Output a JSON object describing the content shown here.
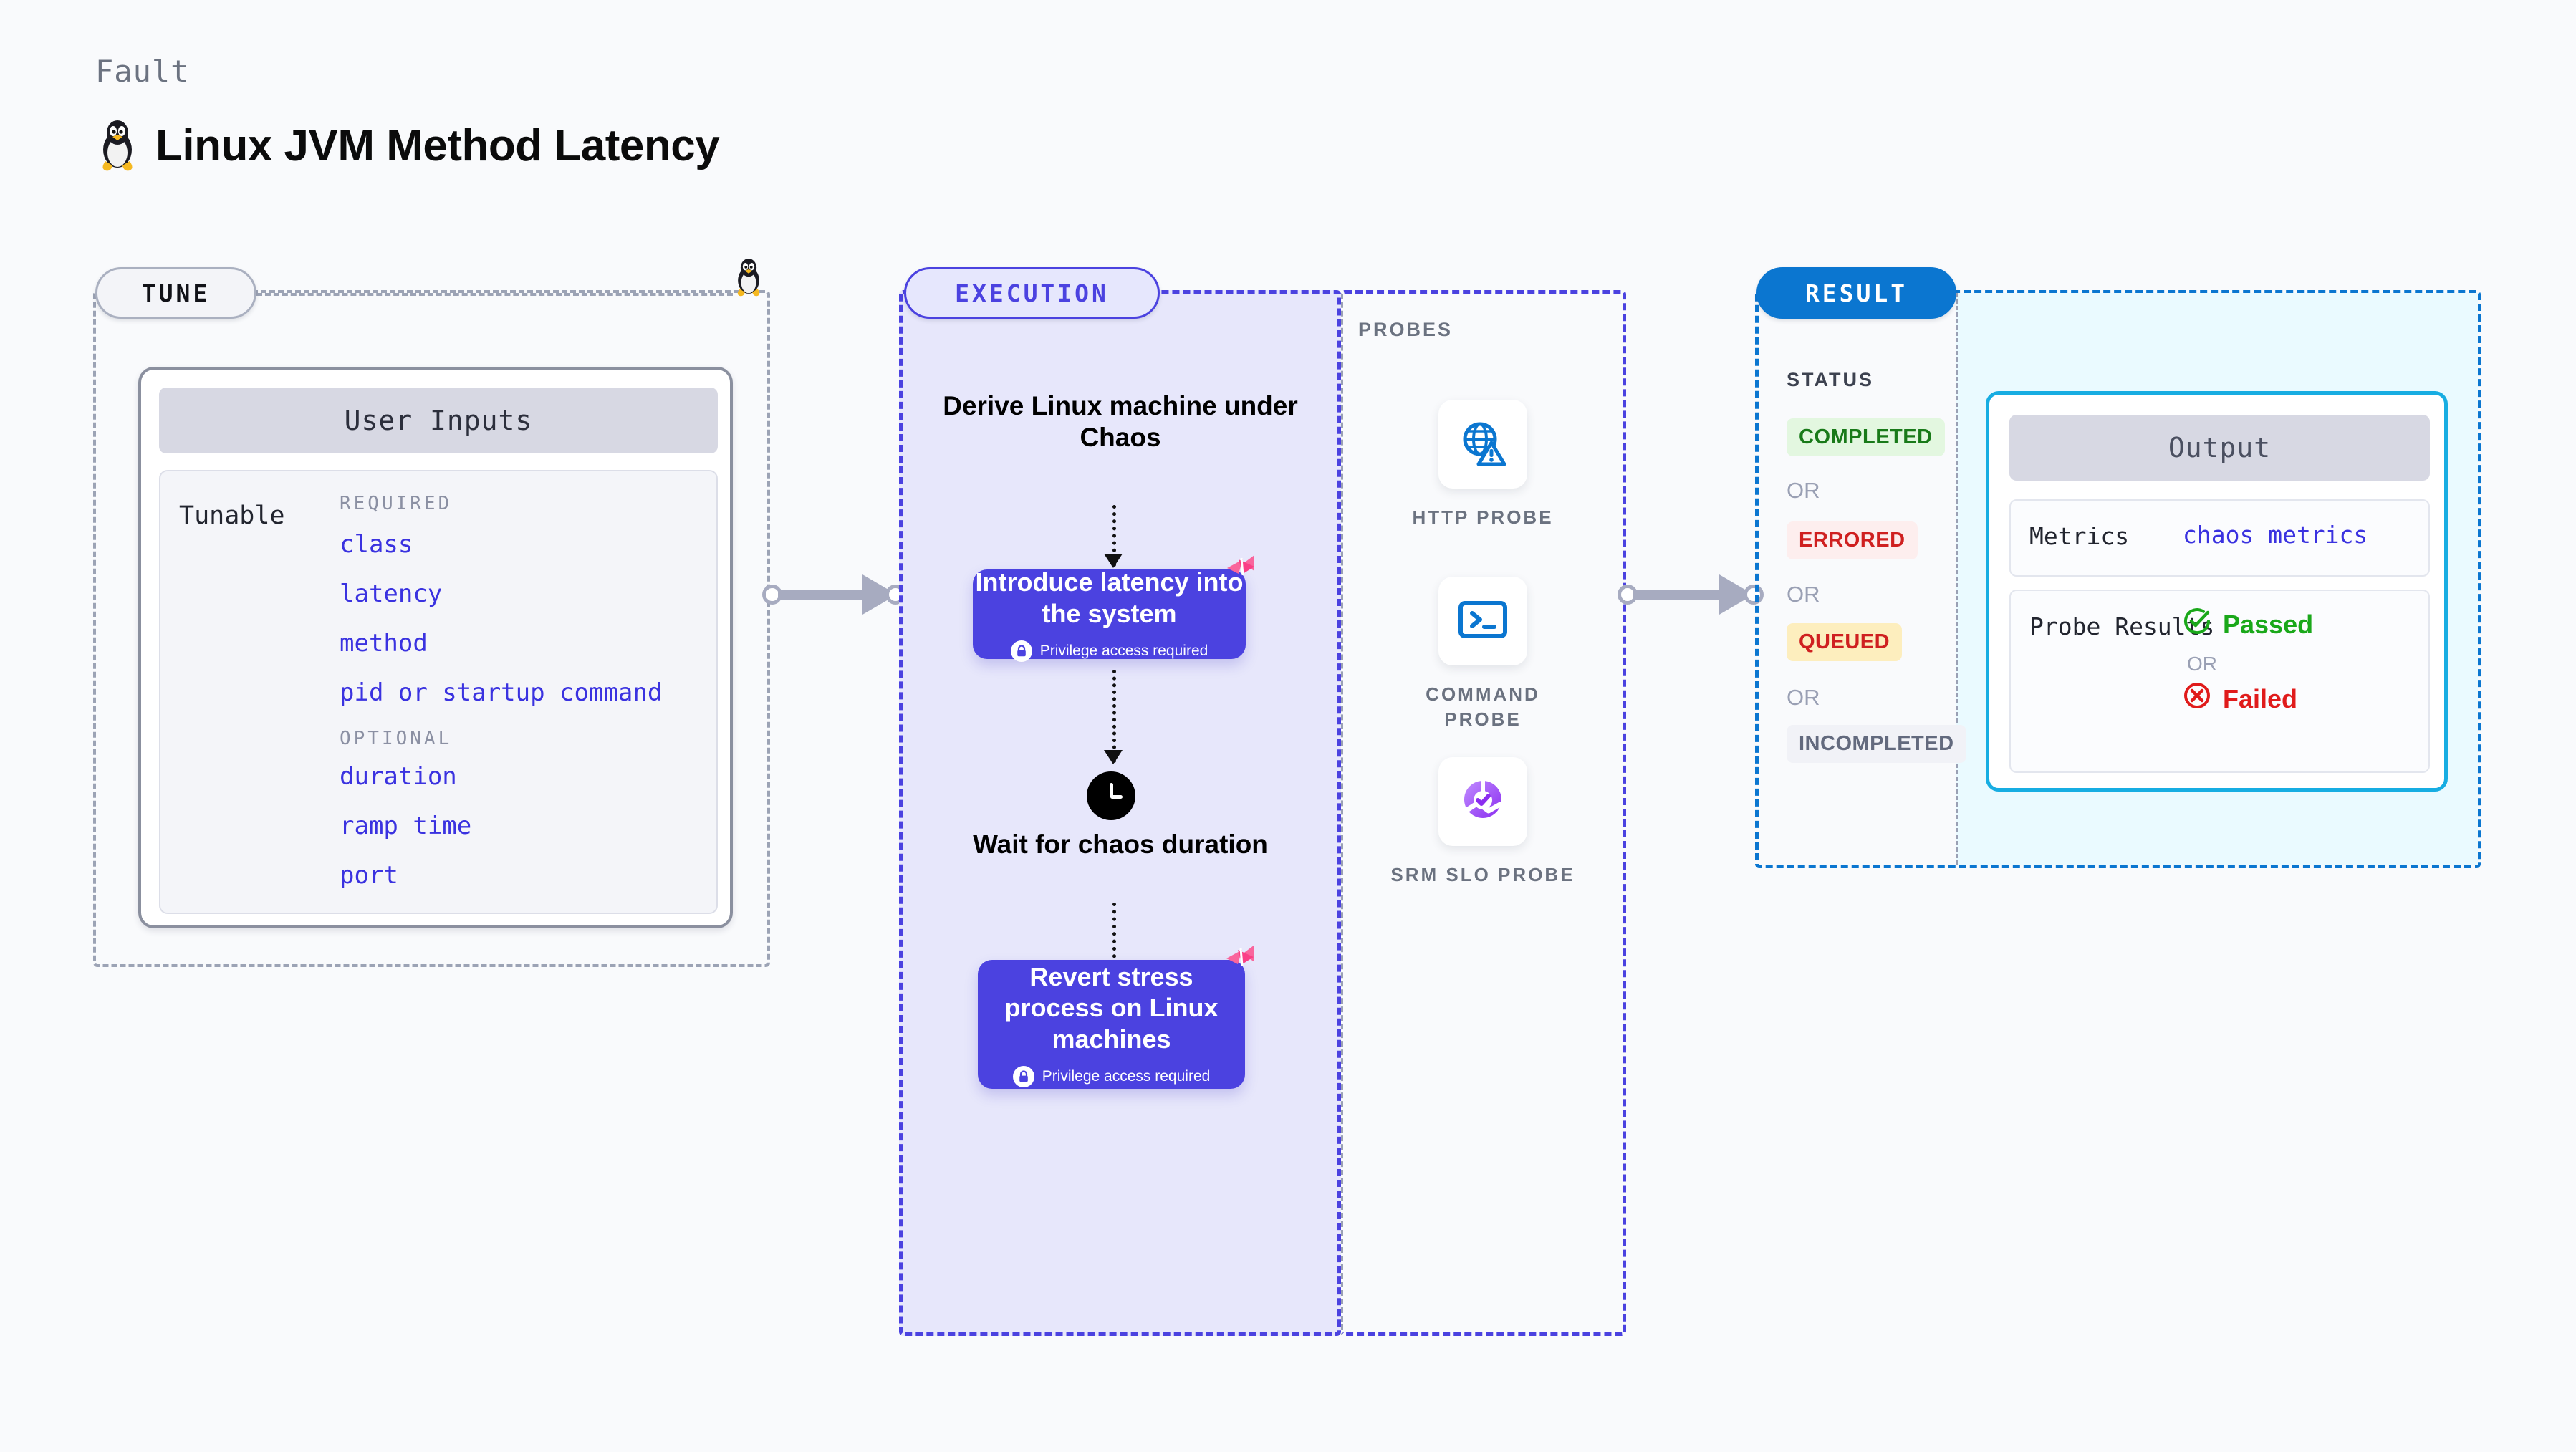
{
  "header": {
    "kicker": "Fault",
    "title": "Linux JVM Method Latency",
    "icon": "linux-penguin-icon"
  },
  "tune": {
    "badge": "TUNE",
    "card_header": "User Inputs",
    "tunable_label": "Tunable",
    "groups": [
      {
        "title": "REQUIRED",
        "items": [
          "class",
          "latency",
          "method",
          "pid or startup command"
        ]
      },
      {
        "title": "OPTIONAL",
        "items": [
          "duration",
          "ramp time",
          "port"
        ]
      }
    ]
  },
  "execution": {
    "badge": "EXECUTION",
    "step_1_text": "Derive Linux machine under Chaos",
    "box_1": {
      "title": "Introduce latency into the system",
      "note": "Privilege access required",
      "note_icon": "lock-icon",
      "corner_icon": "harness-logo-icon"
    },
    "wait_icon": "clock-icon",
    "step_2_text": "Wait for chaos duration",
    "box_2": {
      "title": "Revert stress process on Linux machines",
      "note": "Privilege access required",
      "note_icon": "lock-icon",
      "corner_icon": "harness-logo-icon"
    }
  },
  "probes": {
    "label": "PROBES",
    "items": [
      {
        "caption": "HTTP PROBE",
        "icon": "globe-warning-icon"
      },
      {
        "caption": "COMMAND PROBE",
        "icon": "terminal-icon"
      },
      {
        "caption": "SRM SLO PROBE",
        "icon": "slo-donut-check-icon"
      }
    ]
  },
  "result": {
    "badge": "RESULT",
    "status_label": "STATUS",
    "or_label": "OR",
    "statuses": [
      {
        "label": "COMPLETED",
        "bg": "#e3f7e0",
        "fg": "#197a19"
      },
      {
        "label": "ERRORED",
        "bg": "#fdeeee",
        "fg": "#cf2020"
      },
      {
        "label": "QUEUED",
        "bg": "#fdeebe",
        "fg": "#cf2020"
      },
      {
        "label": "INCOMPLETED",
        "bg": "#f1f2f7",
        "fg": "#636a7e"
      }
    ],
    "output": {
      "header": "Output",
      "metrics_key": "Metrics",
      "metrics_value": "chaos metrics",
      "probe_results_key": "Probe Results",
      "passed_label": "Passed",
      "passed_icon": "check-circle-icon",
      "failed_label": "Failed",
      "failed_icon": "x-circle-icon",
      "or_label": "OR"
    }
  },
  "colors": {
    "accent_purple": "#4b42e0",
    "accent_blue": "#0b76d0",
    "accent_cyan": "#17ade2",
    "harness_pink": "#f9659c",
    "page_bg": "#f9fafc",
    "pass_green": "#1aa81a",
    "fail_red": "#e01b1b"
  }
}
